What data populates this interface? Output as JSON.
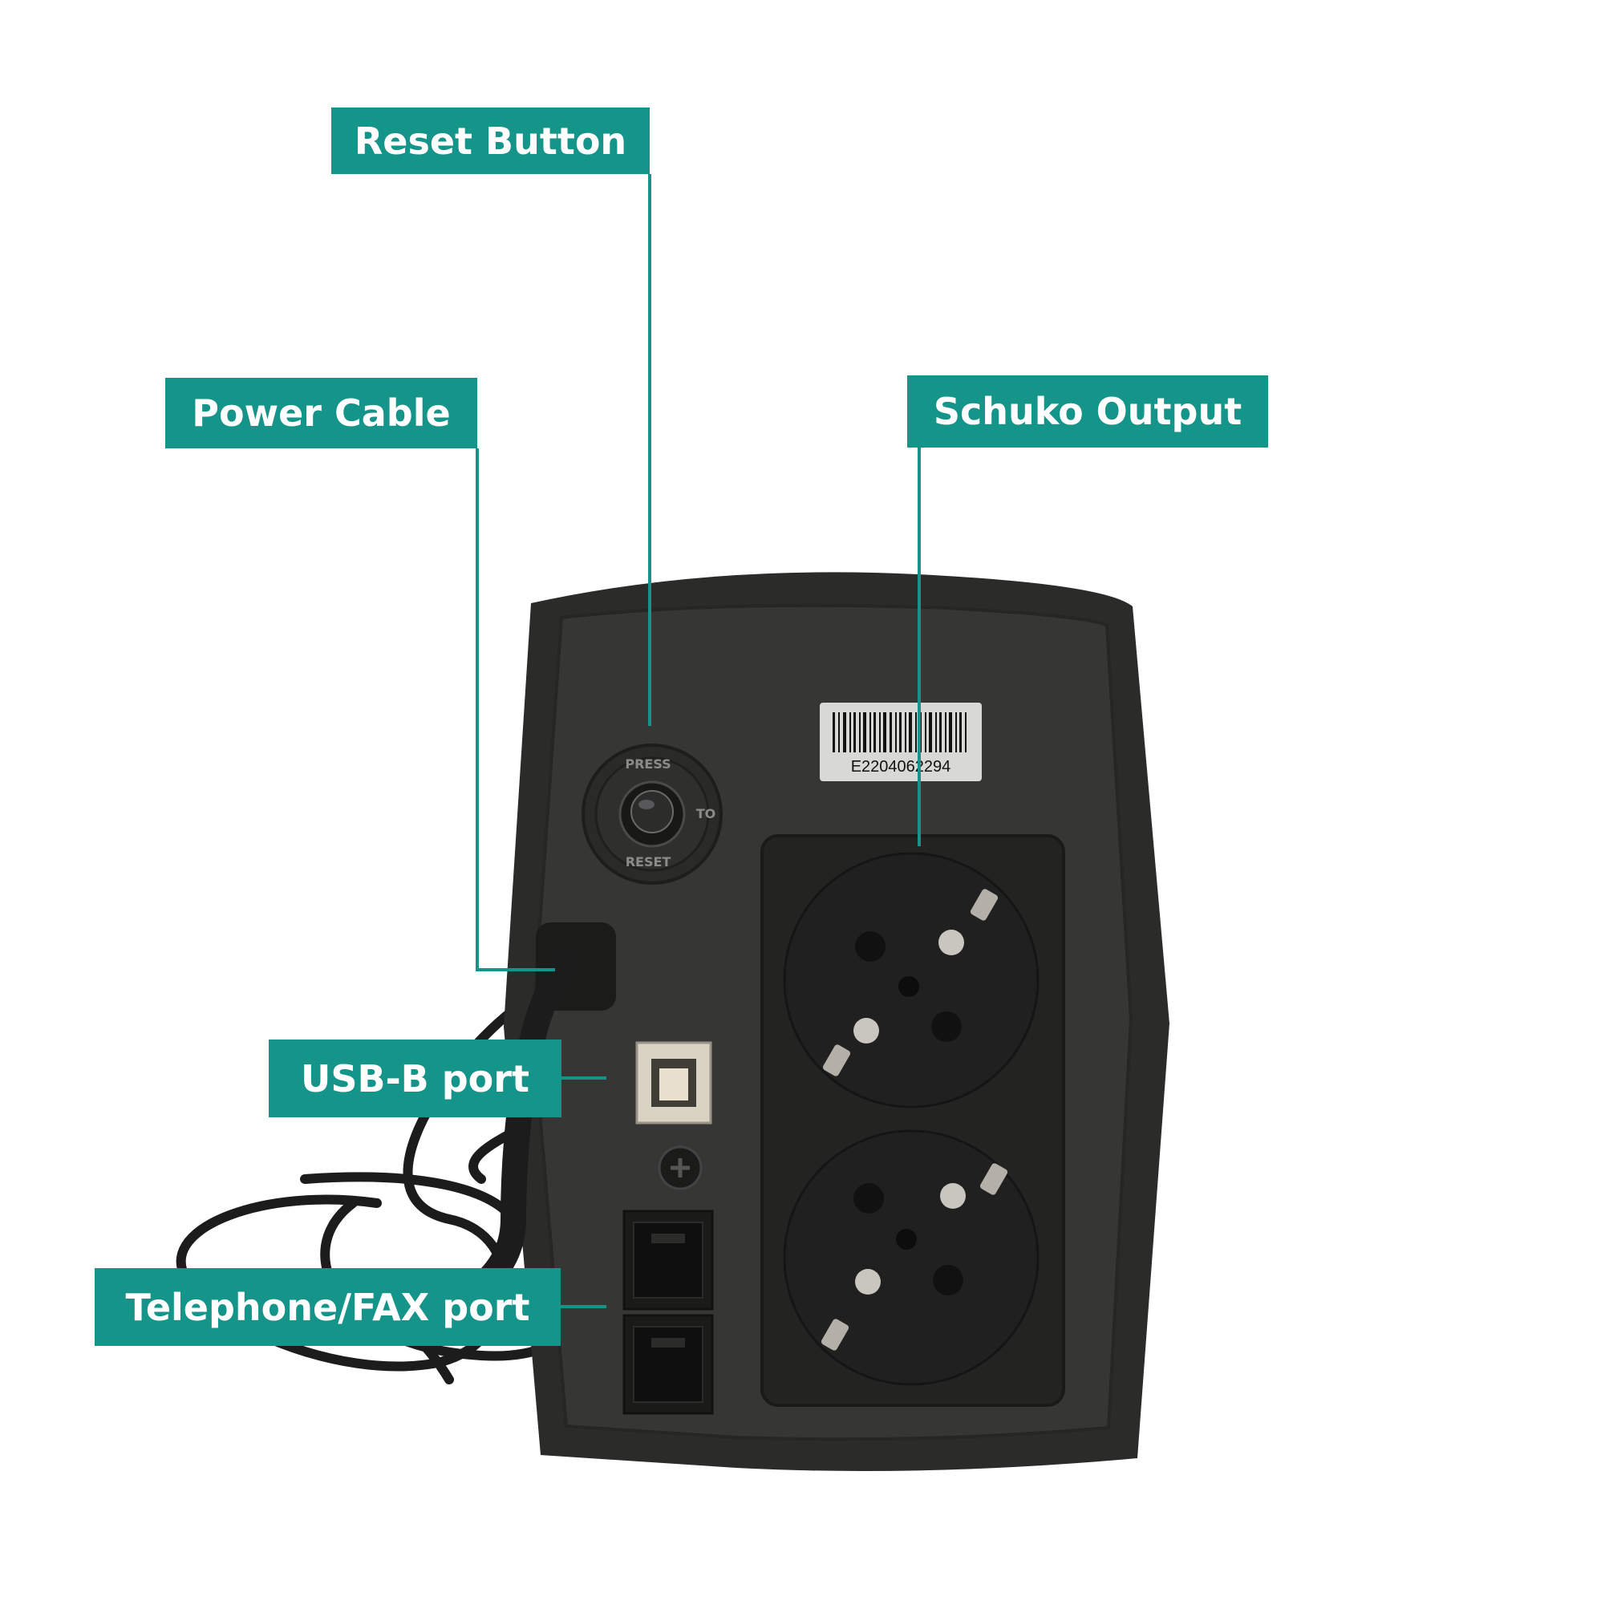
{
  "callouts": {
    "reset_button": "Reset Button",
    "power_cable": "Power Cable",
    "schuko_output": "Schuko Output",
    "usb_b_port": "USB-B port",
    "telephone_fax_port": "Telephone/FAX port"
  },
  "device": {
    "barcode_text": "E2204062294",
    "reset_knob_text_top": "PRESS",
    "reset_knob_text_right": "TO",
    "reset_knob_text_bottom": "RESET"
  },
  "colors": {
    "callout_bg": "#15948a",
    "callout_text": "#ffffff",
    "leader_line": "#15948a",
    "device_body": "#2d2d2b",
    "device_panel": "#3a3a38"
  }
}
